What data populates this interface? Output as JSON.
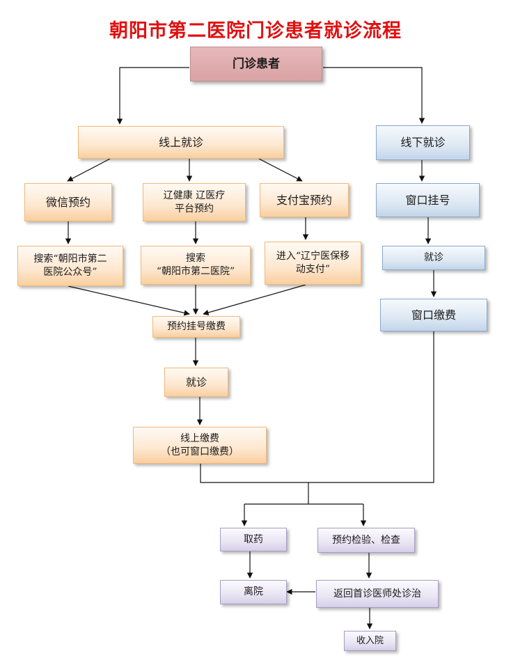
{
  "title": "朝阳市第二医院门诊患者就诊流程",
  "nodes": {
    "start": "门诊患者",
    "online": "线上就诊",
    "offline": "线下就诊",
    "wechat": "微信预约",
    "liao_line1": "辽健康 辽医疗",
    "liao_line2": "平台预约",
    "alipay": "支付宝预约",
    "search_wechat_line1": "搜索“朝阳市第二",
    "search_wechat_line2": "医院公众号”",
    "search_liao_line1": "搜索",
    "search_liao_line2": "“朝阳市第二医院”",
    "enter_alipay_line1": "进入“辽宁医保移",
    "enter_alipay_line2": "动支付”",
    "booking_pay": "预约挂号缴费",
    "visit_online": "就诊",
    "online_pay_line1": "线上缴费",
    "online_pay_line2": "（也可窗口缴费）",
    "window_register": "窗口挂号",
    "visit_offline": "就诊",
    "window_pay": "窗口缴费",
    "take_medicine": "取药",
    "book_exam": "预约检验、检查",
    "leave": "离院",
    "return_doctor": "返回首诊医师处诊治",
    "admit": "收入院"
  },
  "colors": {
    "title": "#e01010",
    "online_branch": "#fde7cf",
    "offline_branch": "#dde8f3",
    "common_steps": "#e9e5f3",
    "start_node": "#d9a2a4"
  }
}
